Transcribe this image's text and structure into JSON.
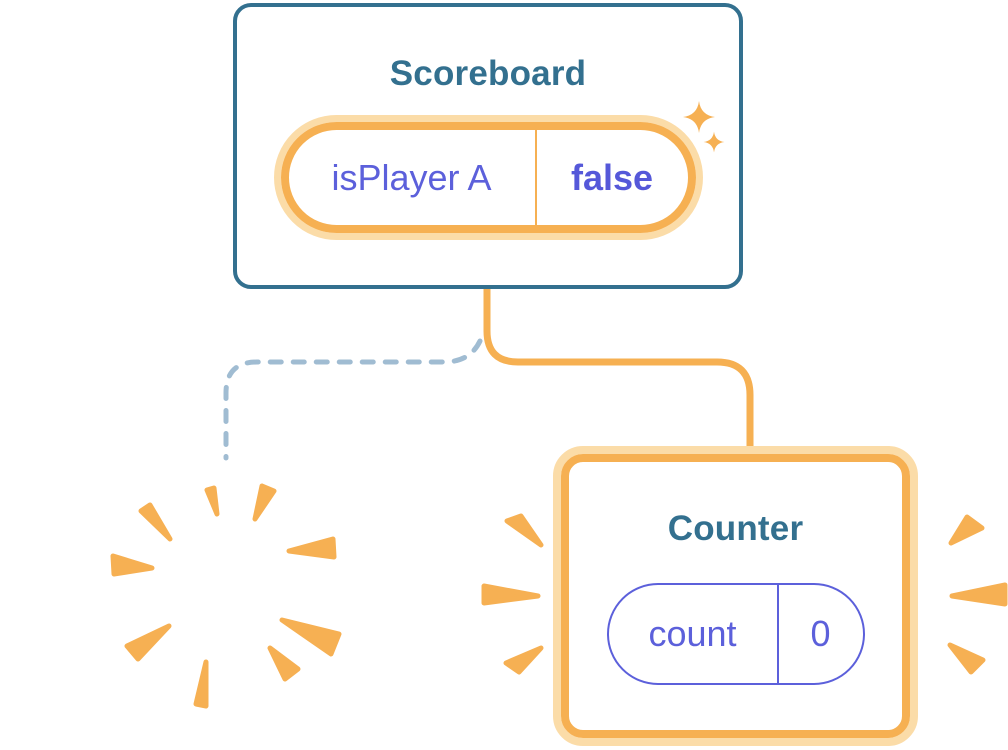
{
  "diagram": {
    "scoreboard": {
      "title": "Scoreboard",
      "state_key": "isPlayer A",
      "state_value": "false"
    },
    "counter": {
      "title": "Counter",
      "state_key": "count",
      "state_value": "0"
    }
  },
  "icons": {
    "sparkles": "sparkles-icon (two four-pointed stars)",
    "explosion": "explosion-burst-icon (radiating wedges on destroyed card)",
    "emphasis_left": "emphasis-burst-left-icon",
    "emphasis_right": "emphasis-burst-right-icon"
  },
  "colors": {
    "accent_orange": "#F6B052",
    "accent_orange_light": "#FBDCA8",
    "card_border_blue": "#33708F",
    "title_blue": "#33708F",
    "state_purple": "#5C60DB",
    "state_purple_bold": "#5558D9",
    "dashed_line_blue": "#A0BCD2",
    "card_background": "#FFFFFF"
  }
}
